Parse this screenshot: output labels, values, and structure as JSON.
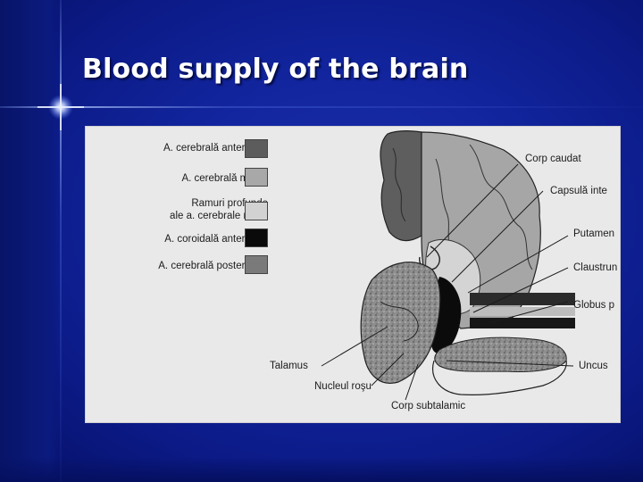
{
  "slide": {
    "title": "Blood supply of the brain"
  },
  "legend": [
    {
      "label": "A. cerebrală anterioară",
      "color": "#5c5c5c"
    },
    {
      "label": "A. cerebrală medie",
      "color": "#a8a8a8"
    },
    {
      "label_line1": "Ramuri profunde",
      "label_line2": "ale a. cerebrale medii",
      "color": "#d2d2d2"
    },
    {
      "label": "A. coroidală anterioară",
      "color": "#0a0a0a"
    },
    {
      "label": "A. cerebrală posterioară",
      "color": "#7a7a7a"
    }
  ],
  "labels": {
    "corp_caudat": "Corp caudat",
    "capsula_interna": "Capsulă inte",
    "putamen": "Putamen",
    "claustrum": "Claustrun",
    "globus_pallidus": "Globus p",
    "uncus": "Uncus",
    "talamus": "Talamus",
    "nucleul_rosu": "Nucleul roşu",
    "corp_subtalamic": "Corp subtalamic"
  }
}
